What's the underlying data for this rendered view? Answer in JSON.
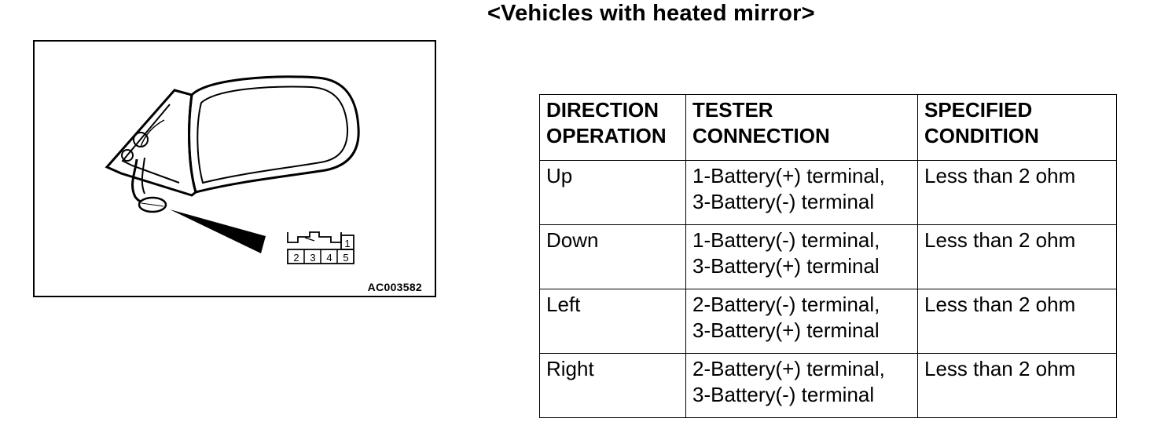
{
  "title": "<Vehicles with heated mirror>",
  "figure": {
    "code": "AC003582",
    "connector_terminals_top": [
      "1"
    ],
    "connector_terminals_bottom": [
      "2",
      "3",
      "4",
      "5"
    ]
  },
  "table": {
    "headers": [
      [
        "DIRECTION",
        "OPERATION"
      ],
      [
        "TESTER",
        "CONNECTION"
      ],
      [
        "SPECIFIED",
        "CONDITION"
      ]
    ],
    "rows": [
      {
        "direction": "Up",
        "connection": [
          "1-Battery(+) terminal,",
          "3-Battery(-) terminal"
        ],
        "condition": "Less than 2 ohm"
      },
      {
        "direction": "Down",
        "connection": [
          "1-Battery(-) terminal,",
          "3-Battery(+) terminal"
        ],
        "condition": "Less than 2 ohm"
      },
      {
        "direction": "Left",
        "connection": [
          "2-Battery(-) terminal,",
          "3-Battery(+) terminal"
        ],
        "condition": "Less than 2 ohm"
      },
      {
        "direction": "Right",
        "connection": [
          "2-Battery(+) terminal,",
          "3-Battery(-) terminal"
        ],
        "condition": "Less than 2 ohm"
      }
    ]
  }
}
